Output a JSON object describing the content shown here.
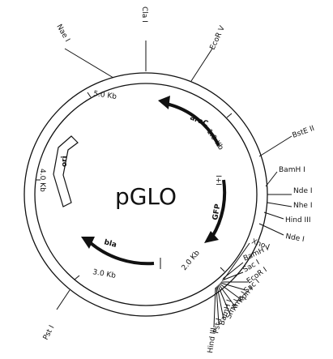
{
  "title": "pGLO",
  "scale_labels": [
    "1.0 Kb",
    "2.0 Kb",
    "3.0 Kb",
    "4.0 Kb",
    "5.0 Kb"
  ],
  "genes": [
    "araC",
    "GFP",
    "bla",
    "ori"
  ],
  "gene_marks": [
    "I+I"
  ],
  "sites_top": [
    "Nae I",
    "Cla I",
    "EcoR V"
  ],
  "sites_right": [
    "BstE II",
    "BamH I",
    "Nde I",
    "Nhe I",
    "Hind III",
    "Nde I"
  ],
  "sites_cluster": [
    "Xho I",
    "BamH I",
    "Sac I",
    "EcoR I",
    "Sac I",
    "Kpn I",
    "Xma I",
    "Sma I",
    "BamH I",
    "Pst I",
    "Hind III"
  ],
  "sites_left": [
    "Pst I"
  ],
  "colors": {
    "ink": "#111111",
    "background": "#ffffff"
  }
}
